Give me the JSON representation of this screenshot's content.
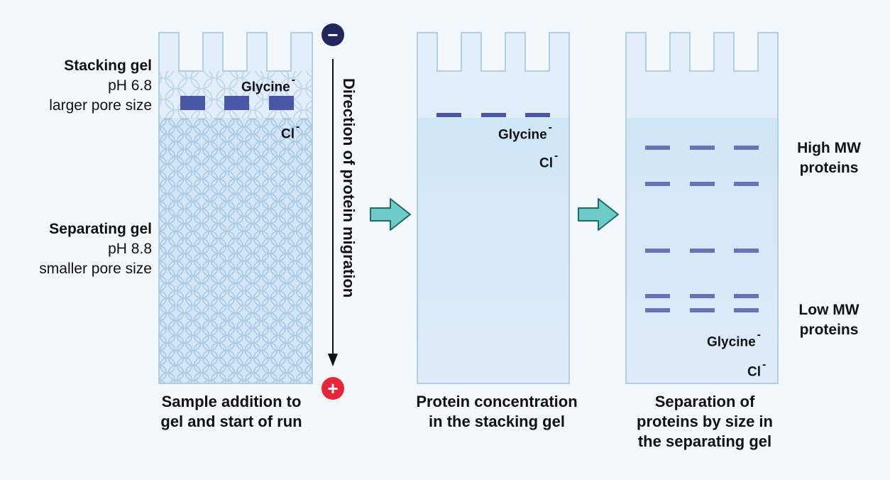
{
  "colors": {
    "background": "#f2f8fc",
    "gel_upper": "#e3eefa",
    "gel_lower": "#cfe6f6",
    "gel_border": "#b3cde3",
    "pore_stroke": "#a9c8e2",
    "sample_band": "#4a57a6",
    "protein_band": "#6774b4",
    "arrow_fill": "#6ecbc8",
    "arrow_stroke": "#1d6b64",
    "negative_pole": "#23275e",
    "positive_pole": "#e8253a"
  },
  "panel1": {
    "stacking_label": {
      "title": "Stacking gel",
      "ph": "pH 6.8",
      "pore": "larger pore size"
    },
    "separating_label": {
      "title": "Separating gel",
      "ph": "pH 8.8",
      "pore": "smaller pore size"
    },
    "ion_glycine": "Glycine",
    "ion_chloride": "Cl",
    "caption": [
      "Sample addition to",
      "gel and start of run"
    ]
  },
  "migration": {
    "negative_icon": "minus-icon",
    "negative_symbol": "−",
    "positive_icon": "plus-icon",
    "positive_symbol": "+",
    "label": "Direction of protein migration"
  },
  "panel2": {
    "ion_glycine": "Glycine",
    "ion_chloride": "Cl",
    "caption": [
      "Protein concentration",
      "in the stacking gel"
    ]
  },
  "panel3": {
    "high_mw_label": [
      "High MW",
      "proteins"
    ],
    "low_mw_label": [
      "Low MW",
      "proteins"
    ],
    "ion_glycine": "Glycine",
    "ion_chloride": "Cl",
    "caption": [
      "Separation of",
      "proteins by size in",
      "the separating gel"
    ]
  },
  "ion_charge": "-"
}
